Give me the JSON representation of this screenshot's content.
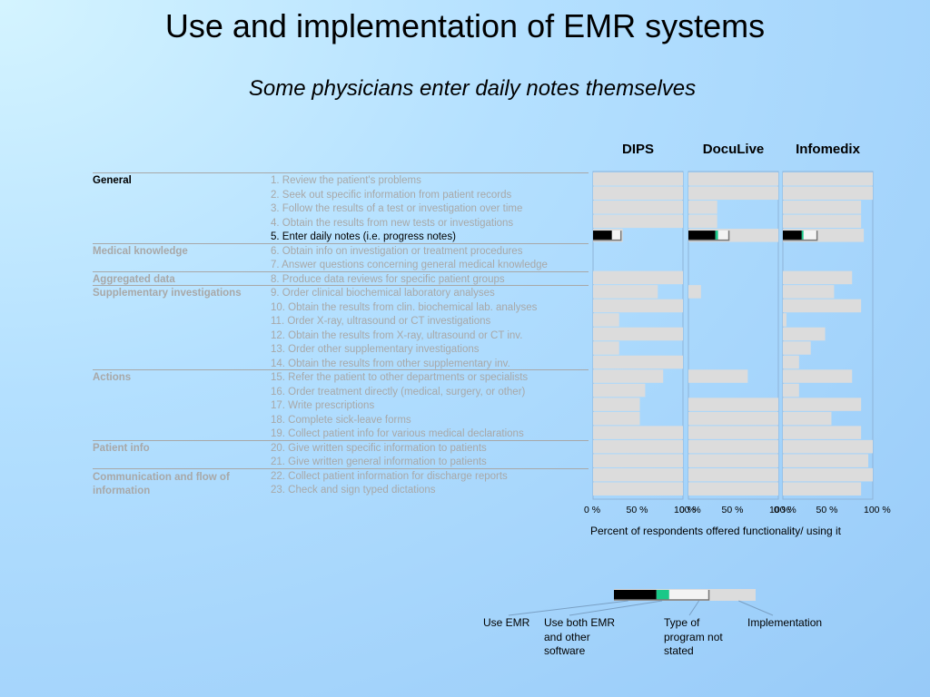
{
  "title": "Use and implementation of EMR systems",
  "subtitle": "Some physicians enter daily notes themselves",
  "colors": {
    "background": "#a3d1fb",
    "bar_gray": "#dcdcdc",
    "bar_black": "#000000",
    "bar_green": "#19c888",
    "bar_white": "#f3f3f3",
    "label_gray": "#a8a8a8",
    "highlight_text": "#000000"
  },
  "categories": [
    {
      "label": "General",
      "start_row": 1,
      "highlight": true
    },
    {
      "label": "Medical knowledge",
      "start_row": 6,
      "highlight": false
    },
    {
      "label": "Aggregated data",
      "start_row": 8,
      "highlight": false
    },
    {
      "label": "Supplementary investigations",
      "start_row": 9,
      "highlight": false
    },
    {
      "label": "Actions",
      "start_row": 15,
      "highlight": false
    },
    {
      "label": "Patient info",
      "start_row": 20,
      "highlight": false
    },
    {
      "label": "Communication and flow of information",
      "start_row": 22,
      "highlight": false
    }
  ],
  "rows": [
    {
      "n": 1,
      "label": "1. Review the patient's problems"
    },
    {
      "n": 2,
      "label": "2. Seek out specific information from patient records"
    },
    {
      "n": 3,
      "label": "3. Follow the results of a test or investigation over time"
    },
    {
      "n": 4,
      "label": "4. Obtain the results from new tests or investigations"
    },
    {
      "n": 5,
      "label": "5. Enter daily notes (i.e. progress notes)",
      "highlight": true
    },
    {
      "n": 6,
      "label": "6. Obtain info on investigation or treatment procedures"
    },
    {
      "n": 7,
      "label": "7. Answer questions concerning general medical knowledge"
    },
    {
      "n": 8,
      "label": "8. Produce data reviews for specific patient groups"
    },
    {
      "n": 9,
      "label": "9. Order clinical biochemical laboratory analyses"
    },
    {
      "n": 10,
      "label": "10. Obtain the results from clin. biochemical lab. analyses"
    },
    {
      "n": 11,
      "label": "11. Order X-ray, ultrasound or CT investigations"
    },
    {
      "n": 12,
      "label": "12. Obtain the results from X-ray, ultrasound or CT inv."
    },
    {
      "n": 13,
      "label": "13. Order other supplementary investigations"
    },
    {
      "n": 14,
      "label": "14. Obtain the results from other supplementary inv."
    },
    {
      "n": 15,
      "label": "15. Refer the patient to other departments or specialists"
    },
    {
      "n": 16,
      "label": "16. Order treatment directly (medical, surgery, or other)"
    },
    {
      "n": 17,
      "label": "17. Write prescriptions"
    },
    {
      "n": 18,
      "label": "18. Complete sick-leave forms"
    },
    {
      "n": 19,
      "label": "19. Collect patient info for various medical declarations"
    },
    {
      "n": 20,
      "label": "20. Give written specific information to patients"
    },
    {
      "n": 21,
      "label": "21. Give written general information to patients"
    },
    {
      "n": 22,
      "label": "22. Collect patient information for discharge reports"
    },
    {
      "n": 23,
      "label": "23. Check and sign typed dictations"
    }
  ],
  "chart_data": {
    "type": "bar",
    "orientation": "horizontal",
    "x_caption": "Percent of respondents offered functionality/ using it",
    "x_ticks": [
      "0 %",
      "50 %",
      "100 %"
    ],
    "xlim": [
      0,
      100
    ],
    "panels": [
      {
        "name": "DIPS",
        "implementation": [
          100,
          100,
          100,
          100,
          33,
          0,
          0,
          100,
          72,
          100,
          29,
          100,
          29,
          100,
          78,
          58,
          52,
          52,
          100,
          100,
          100,
          100,
          100
        ],
        "use_emr": [
          0,
          0,
          0,
          0,
          21,
          0,
          0,
          0,
          0,
          0,
          0,
          0,
          0,
          0,
          0,
          0,
          0,
          0,
          0,
          0,
          0,
          0,
          0
        ],
        "use_both": [
          0,
          0,
          0,
          0,
          0,
          0,
          0,
          0,
          0,
          0,
          0,
          0,
          0,
          0,
          0,
          0,
          0,
          0,
          0,
          0,
          0,
          0,
          0
        ],
        "type_not_stated": [
          0,
          0,
          0,
          0,
          10,
          0,
          0,
          0,
          0,
          0,
          0,
          0,
          0,
          0,
          0,
          0,
          0,
          0,
          0,
          0,
          0,
          0,
          0
        ]
      },
      {
        "name": "DocuLive",
        "implementation": [
          100,
          100,
          32,
          32,
          100,
          0,
          0,
          0,
          14,
          0,
          0,
          0,
          0,
          0,
          66,
          0,
          100,
          100,
          100,
          100,
          100,
          100,
          100
        ],
        "use_emr": [
          0,
          0,
          0,
          0,
          30,
          0,
          0,
          0,
          0,
          0,
          0,
          0,
          0,
          0,
          0,
          0,
          0,
          0,
          0,
          0,
          0,
          0,
          0
        ],
        "use_both": [
          0,
          0,
          0,
          0,
          3,
          0,
          0,
          0,
          0,
          0,
          0,
          0,
          0,
          0,
          0,
          0,
          0,
          0,
          0,
          0,
          0,
          0,
          0
        ],
        "type_not_stated": [
          0,
          0,
          0,
          0,
          12,
          0,
          0,
          0,
          0,
          0,
          0,
          0,
          0,
          0,
          0,
          0,
          0,
          0,
          0,
          0,
          0,
          0,
          0
        ]
      },
      {
        "name": "Infomedix",
        "implementation": [
          100,
          100,
          87,
          87,
          90,
          0,
          0,
          77,
          57,
          87,
          4,
          47,
          31,
          18,
          77,
          18,
          87,
          54,
          87,
          100,
          95,
          100,
          87
        ],
        "use_emr": [
          0,
          0,
          0,
          0,
          21,
          0,
          0,
          0,
          0,
          0,
          0,
          0,
          0,
          0,
          0,
          0,
          0,
          0,
          0,
          0,
          0,
          0,
          0
        ],
        "use_both": [
          0,
          0,
          0,
          0,
          2,
          0,
          0,
          0,
          0,
          0,
          0,
          0,
          0,
          0,
          0,
          0,
          0,
          0,
          0,
          0,
          0,
          0,
          0
        ],
        "type_not_stated": [
          0,
          0,
          0,
          0,
          15,
          0,
          0,
          0,
          0,
          0,
          0,
          0,
          0,
          0,
          0,
          0,
          0,
          0,
          0,
          0,
          0,
          0,
          0
        ]
      }
    ],
    "legend": {
      "example": {
        "use_emr": 30,
        "use_both": 9,
        "type_not_stated": 28,
        "implementation": 100
      },
      "items": [
        {
          "key": "use_emr",
          "label": "Use EMR"
        },
        {
          "key": "use_both",
          "label": "Use both EMR and other software"
        },
        {
          "key": "type_not_stated",
          "label": "Type of program not stated"
        },
        {
          "key": "implementation",
          "label": "Implementation"
        }
      ]
    }
  }
}
